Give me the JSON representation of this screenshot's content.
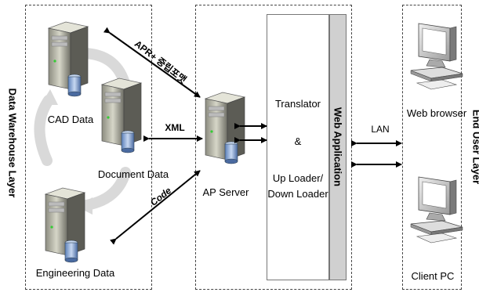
{
  "layers": {
    "left": "Data Warehouse  Layer",
    "middle": "Web Application",
    "right": "End User Layer"
  },
  "nodes": {
    "cad": "CAD Data",
    "document": "Document Data",
    "engineering": "Engineering Data",
    "ap_server": "AP Server",
    "web_browser": "Web browser",
    "client_pc": "Client PC"
  },
  "app_box": {
    "line1": "Translator",
    "line2": "&",
    "line3": "Up Loader/",
    "line4": "Down Loader"
  },
  "edges": {
    "apr": "APR+ 중립포맷",
    "xml": "XML",
    "code": "Code",
    "lan": "LAN"
  }
}
